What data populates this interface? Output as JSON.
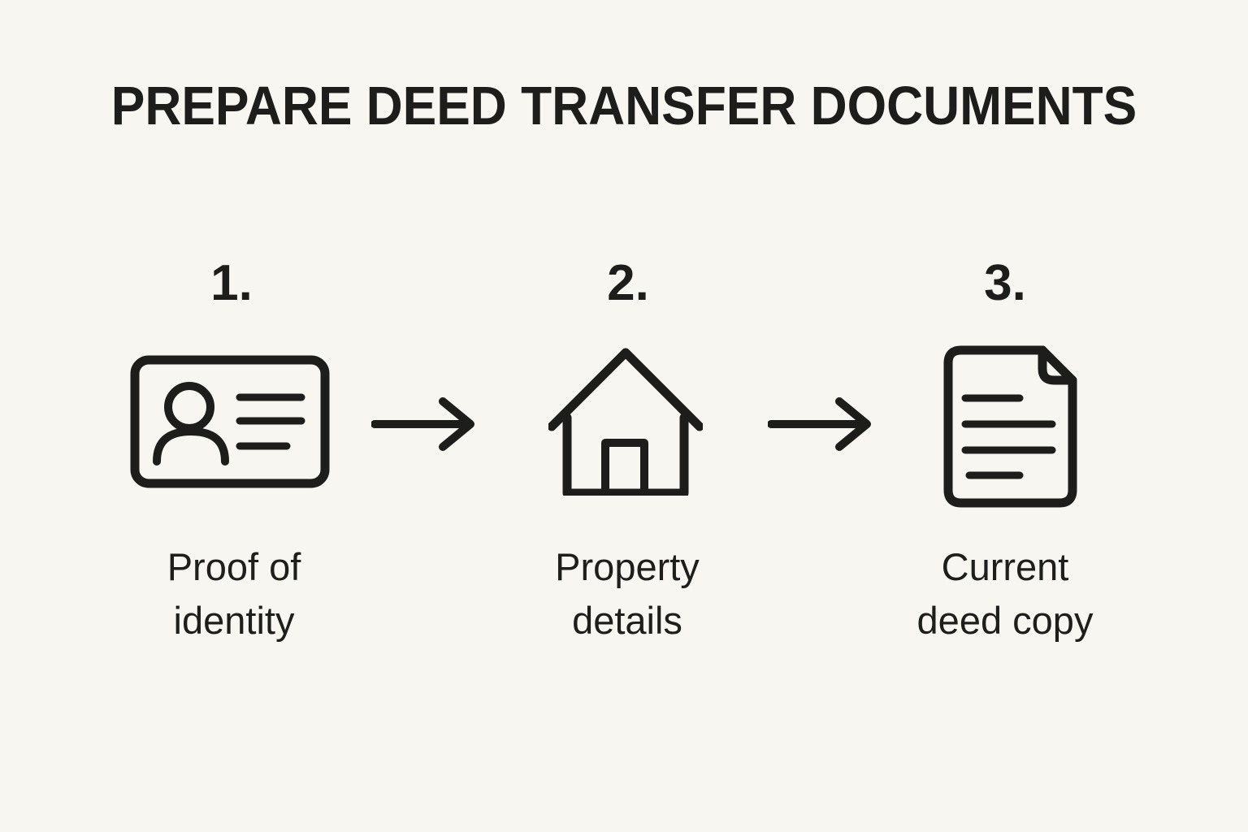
{
  "title": "PREPARE DEED TRANSFER DOCUMENTS",
  "colors": {
    "background": "#f8f6f0",
    "ink": "#1d1d1b"
  },
  "steps": [
    {
      "number": "1.",
      "icon": "id-card-icon",
      "label_line1": "Proof of",
      "label_line2": "identity"
    },
    {
      "number": "2.",
      "icon": "house-icon",
      "label_line1": "Property",
      "label_line2": "details"
    },
    {
      "number": "3.",
      "icon": "document-icon",
      "label_line1": "Current",
      "label_line2": "deed copy"
    }
  ],
  "connectors": [
    {
      "icon": "right-arrow-icon"
    },
    {
      "icon": "right-arrow-icon"
    }
  ]
}
